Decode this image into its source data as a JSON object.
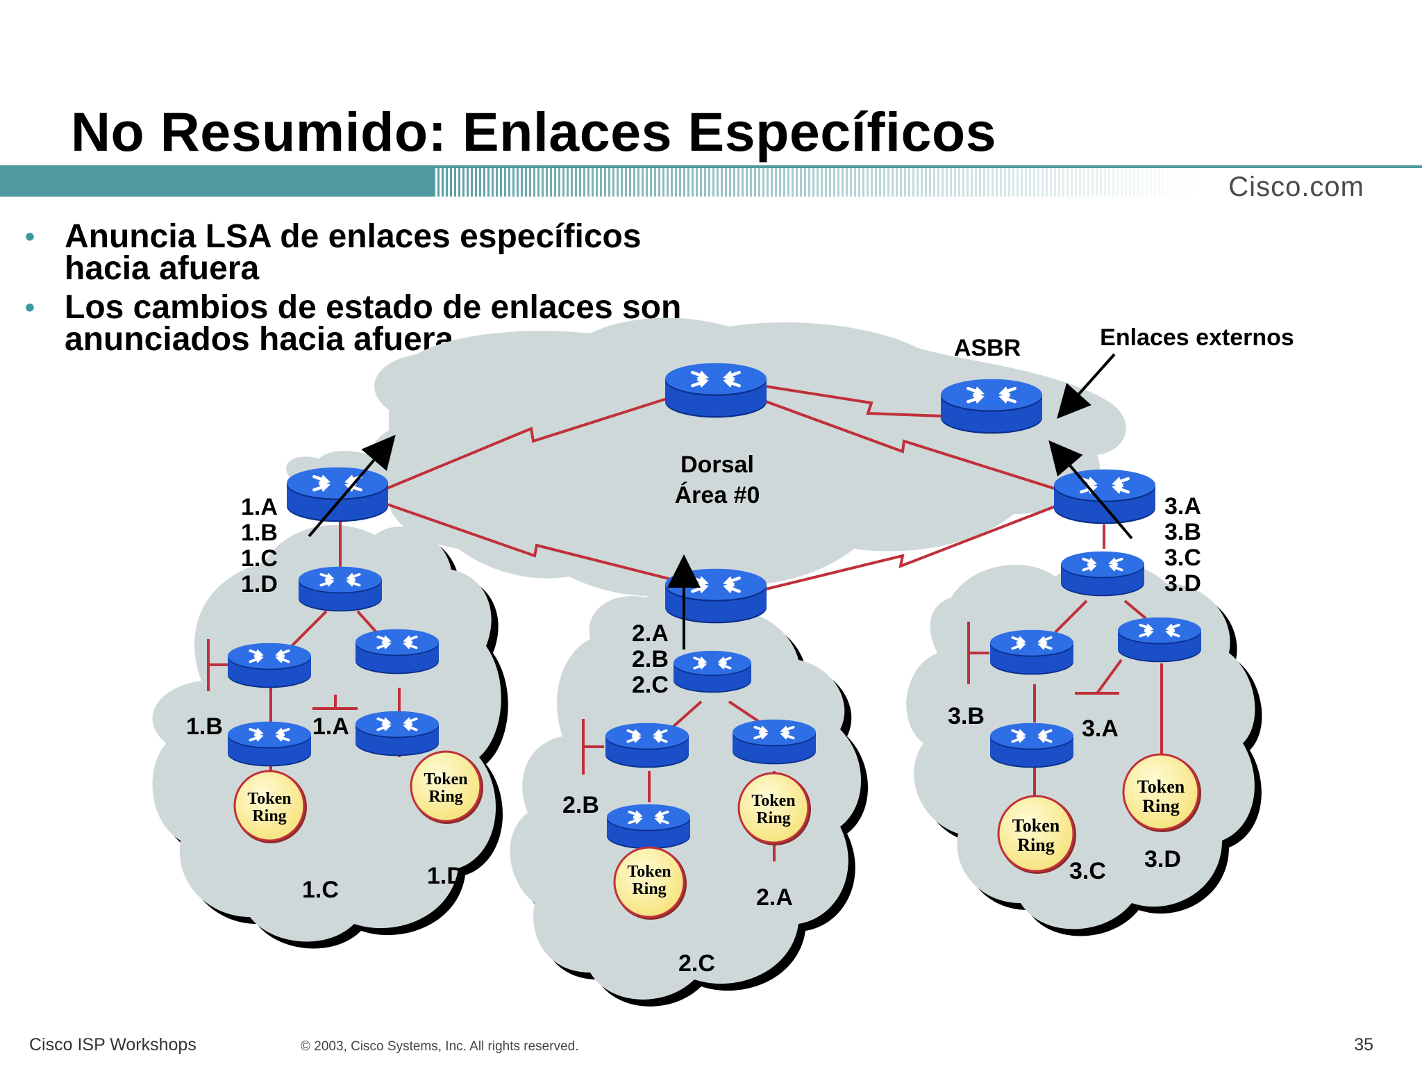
{
  "slide": {
    "title": "No Resumido: Enlaces Específicos",
    "logo": "Cisco.com",
    "bullets": [
      "Anuncia LSA de enlaces específicos hacia afuera",
      "Los cambios de estado de enlaces son anunciados hacia afuera"
    ],
    "footer_left": "Cisco ISP Workshops",
    "footer_center": "© 2003, Cisco Systems, Inc. All rights reserved.",
    "page_number": "35"
  },
  "diagram": {
    "backbone_label_line1": "Dorsal",
    "backbone_label_line2": "Área #0",
    "asbr_label": "ASBR",
    "external_label": "Enlaces externos",
    "token_ring_line1": "Token",
    "token_ring_line2": "Ring",
    "area1": {
      "summary": [
        "1.A",
        "1.B",
        "1.C",
        "1.D"
      ],
      "segments": [
        "1.B",
        "1.A",
        "1.C",
        "1.D"
      ]
    },
    "area2": {
      "summary": [
        "2.A",
        "2.B",
        "2.C"
      ],
      "segments": [
        "2.B",
        "2.A",
        "2.C"
      ]
    },
    "area3": {
      "summary": [
        "3.A",
        "3.B",
        "3.C",
        "3.D"
      ],
      "segments": [
        "3.B",
        "3.A",
        "3.C",
        "3.D"
      ]
    },
    "colors": {
      "router_blue": "#1f5fd6",
      "link_red": "#c0303a",
      "cloud_gray": "#cfd8d8",
      "token_ring_fill": "#fdf3a8",
      "band_teal": "#4f9aa0",
      "bullet_teal": "#3a9aa0"
    }
  }
}
